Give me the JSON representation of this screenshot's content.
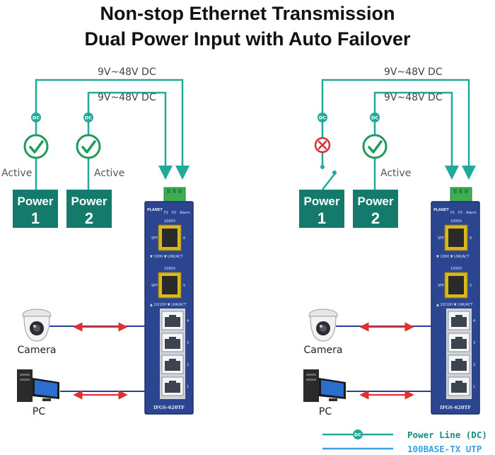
{
  "title": {
    "line1": "Non-stop Ethernet Transmission",
    "line2": "Dual Power Input with Auto Failover"
  },
  "voltage_label": "9V~48V DC",
  "dc_badge": "DC",
  "active_label": "Active",
  "power_word": "Power",
  "power_numbers": [
    "1",
    "2"
  ],
  "device_labels": {
    "camera": "Camera",
    "pc": "PC"
  },
  "switch": {
    "brand": "PLANET",
    "led_labels": [
      "P1",
      "P2",
      "Alarm"
    ],
    "sfp_ports": [
      "6",
      "5"
    ],
    "rj45_ports": [
      "4",
      "3",
      "2",
      "1"
    ],
    "sfp_label": "1000X",
    "sfp_type": "SFP",
    "speed_led": "1000",
    "link_led": "LNK/ACT",
    "rj45_led": "10/100",
    "model": "IFGS-620TF"
  },
  "scenarios": [
    {
      "power1": {
        "state": "active",
        "label": "Active"
      },
      "power2": {
        "state": "active",
        "label": "Active"
      }
    },
    {
      "power1": {
        "state": "failed",
        "label": ""
      },
      "power2": {
        "state": "active",
        "label": "Active"
      }
    }
  ],
  "legend": [
    {
      "label": "Power Line (DC)",
      "color": "#21a99a"
    },
    {
      "label": "100BASE-TX UTP",
      "color": "#3aa0e8"
    }
  ],
  "colors": {
    "teal": "#21a99a",
    "power_box": "#137a6c",
    "check": "#1f9a5c",
    "fail": "#d6303c",
    "switch_body": "#2b4590",
    "arrow": "#e03030",
    "utp": "#2a3f9c"
  }
}
